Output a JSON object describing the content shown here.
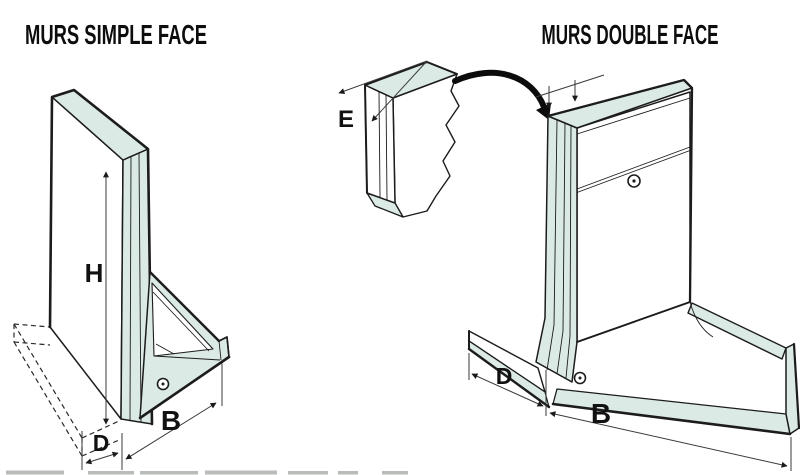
{
  "titles": {
    "left": "MURS SIMPLE FACE",
    "right": "MURS DOUBLE FACE"
  },
  "left_diagram": {
    "dim_height": "H",
    "dim_toe": "D",
    "dim_base": "B"
  },
  "inset": {
    "dim_thickness": "E"
  },
  "right_diagram": {
    "dim_toe": "D",
    "dim_base": "B"
  },
  "colors": {
    "concrete": "#dbeae4",
    "outline": "#1c1c1c",
    "dim": "#3a3a3a",
    "background": "#ffffff"
  }
}
